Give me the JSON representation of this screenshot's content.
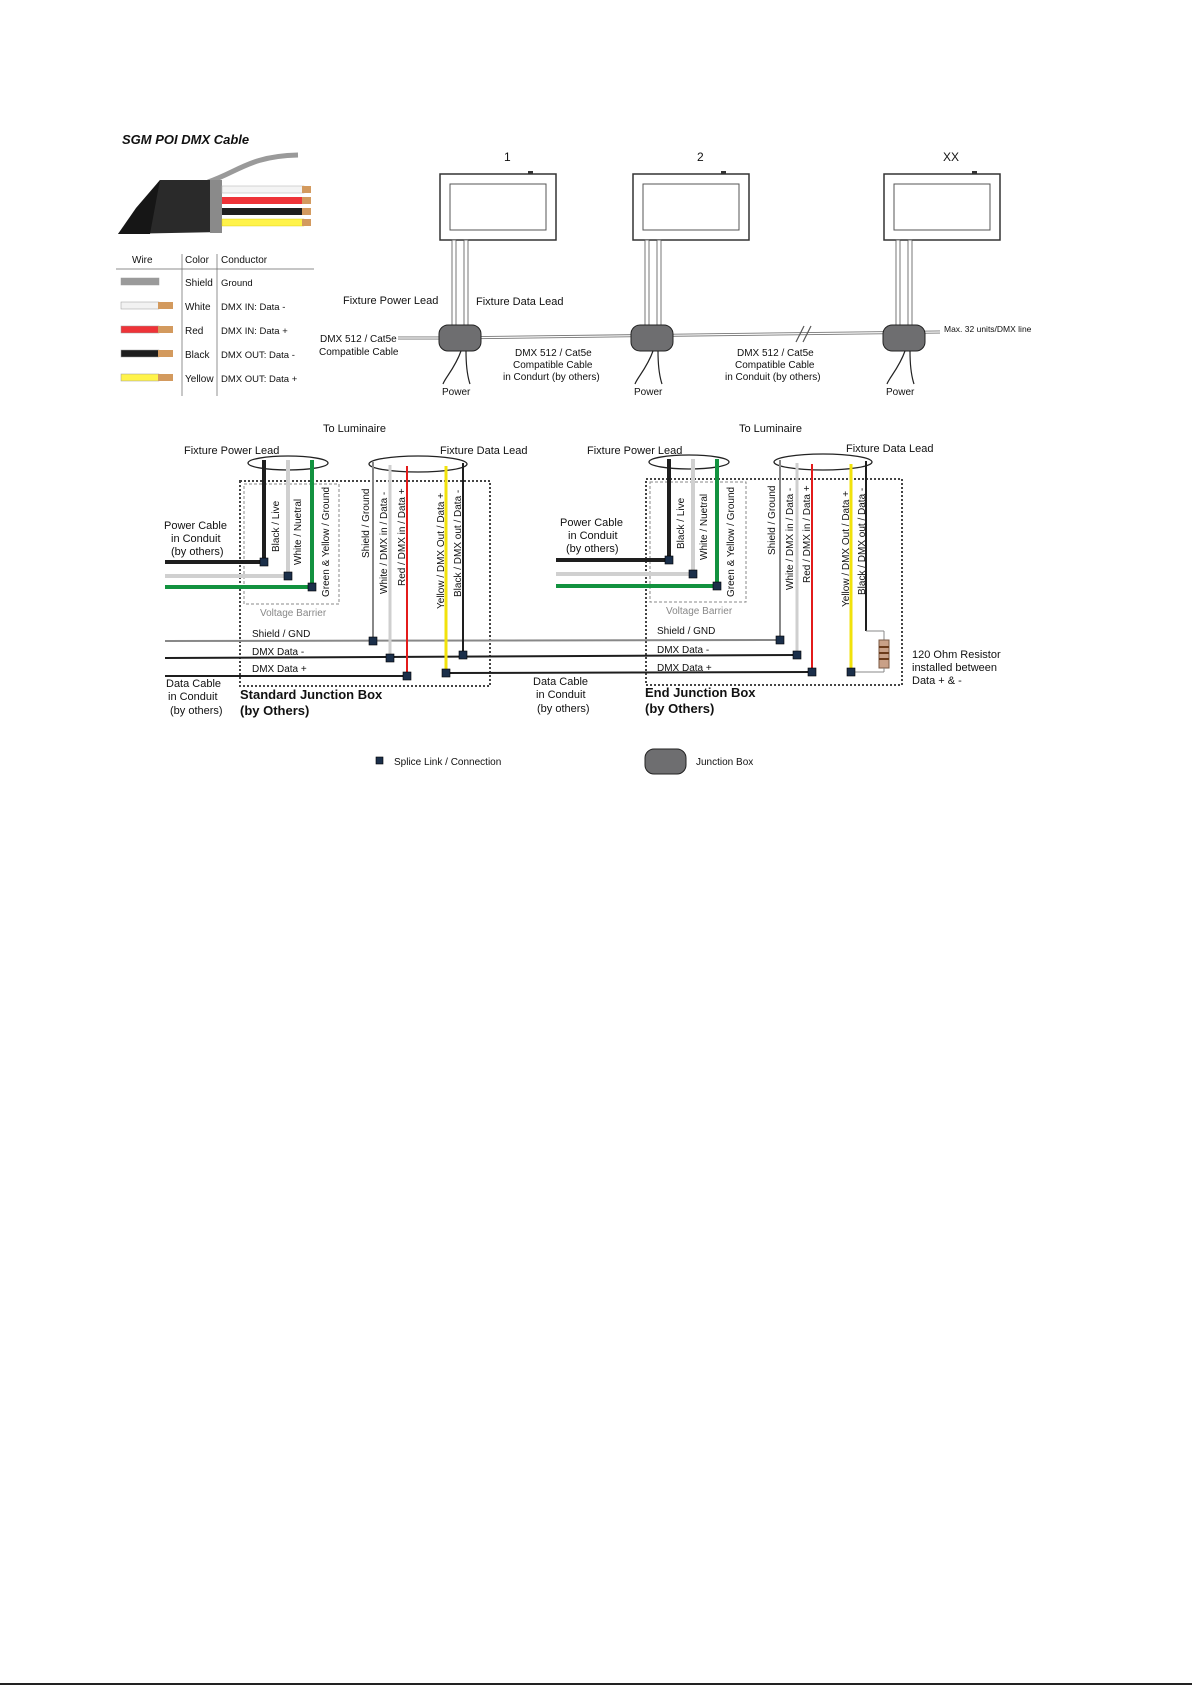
{
  "cable_panel": {
    "title": "SGM POI DMX Cable",
    "table": {
      "headers": [
        "Wire",
        "Color",
        "Conductor"
      ],
      "rows": [
        {
          "wire_color": "#9a9a9a",
          "color": "Shield",
          "conductor": "Ground"
        },
        {
          "wire_color": "#f2f2f2",
          "color": "White",
          "conductor": "DMX IN: Data -"
        },
        {
          "wire_color": "#ee3338",
          "color": "Red",
          "conductor": "DMX IN: Data +"
        },
        {
          "wire_color": "#1e1e1e",
          "color": "Black",
          "conductor": "DMX OUT: Data -"
        },
        {
          "wire_color": "#fff34a",
          "color": "Yellow",
          "conductor": "DMX OUT: Data +"
        }
      ]
    }
  },
  "overview": {
    "fixtures": [
      {
        "number": "1"
      },
      {
        "number": "2"
      },
      {
        "number": "XX"
      }
    ],
    "labels": {
      "fixture_power_lead": "Fixture Power Lead",
      "fixture_data_lead": "Fixture Data Lead",
      "input_cable_line1": "DMX 512 / Cat5e",
      "input_cable_line2": "Compatible Cable",
      "conduit_cable_line1": "DMX 512 / Cat5e",
      "conduit_cable_line2": "Compatible Cable",
      "conduit_cable_line3": "in Condurt (by others)",
      "conduit_cable2_line3": "in Conduit (by others)",
      "power": "Power",
      "max_units": "Max. 32 units/DMX line"
    }
  },
  "wiring": {
    "to_luminaire": "To Luminaire",
    "fixture_power_lead": "Fixture Power Lead",
    "fixture_data_lead": "Fixture Data Lead",
    "power_cable": [
      "Power Cable",
      "in Conduit",
      "(by others)"
    ],
    "data_cable": [
      "Data Cable",
      "in Conduit",
      "(by others)"
    ],
    "voltage_barrier": "Voltage Barrier",
    "power_wires": [
      "Black / Live",
      "White / Nuetral",
      "Green & Yellow / Ground"
    ],
    "data_wires": [
      "Shield / Ground",
      "White / DMX in / Data -",
      "Red / DMX in / Data +",
      "Yellow / DMX Out / Data +",
      "Black / DMX out / Data -"
    ],
    "bus_lines": [
      "Shield / GND",
      "DMX Data -",
      "DMX Data +"
    ],
    "standard_box": [
      "Standard Junction Box",
      "(by Others)"
    ],
    "end_box": [
      "End Junction Box",
      "(by Others)"
    ],
    "resistor_note": [
      "120 Ohm Resistor",
      "installed between",
      "Data + & -"
    ]
  },
  "legend": {
    "splice": "Splice Link / Connection",
    "junction_box": "Junction Box"
  }
}
